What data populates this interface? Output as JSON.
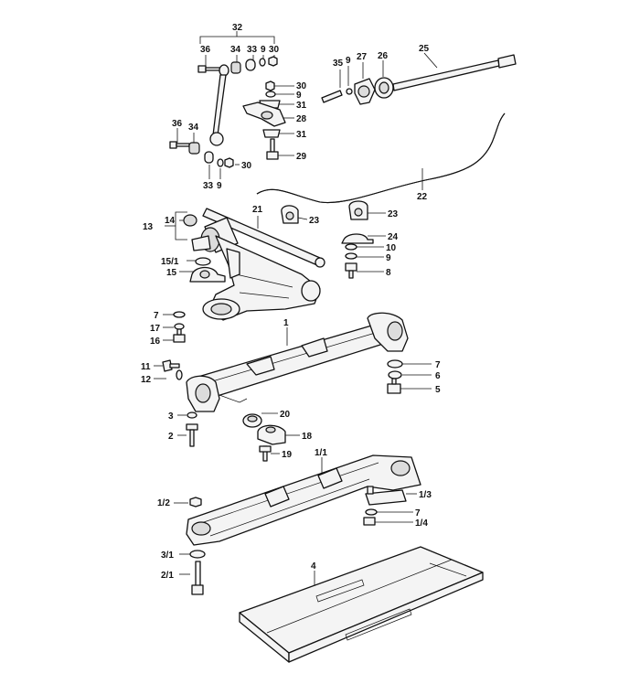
{
  "labels": [
    {
      "id": "32",
      "text": "32"
    },
    {
      "id": "36a",
      "text": "36"
    },
    {
      "id": "34a",
      "text": "34"
    },
    {
      "id": "33a",
      "text": "33"
    },
    {
      "id": "9a",
      "text": "9"
    },
    {
      "id": "30a",
      "text": "30"
    },
    {
      "id": "35",
      "text": "35"
    },
    {
      "id": "9b",
      "text": "9"
    },
    {
      "id": "27",
      "text": "27"
    },
    {
      "id": "26",
      "text": "26"
    },
    {
      "id": "25",
      "text": "25"
    },
    {
      "id": "30b",
      "text": "30"
    },
    {
      "id": "9c",
      "text": "9"
    },
    {
      "id": "31a",
      "text": "31"
    },
    {
      "id": "28",
      "text": "28"
    },
    {
      "id": "31b",
      "text": "31"
    },
    {
      "id": "29",
      "text": "29"
    },
    {
      "id": "36b",
      "text": "36"
    },
    {
      "id": "34b",
      "text": "34"
    },
    {
      "id": "30c",
      "text": "30"
    },
    {
      "id": "33b",
      "text": "33"
    },
    {
      "id": "9d",
      "text": "9"
    },
    {
      "id": "22",
      "text": "22"
    },
    {
      "id": "21",
      "text": "21"
    },
    {
      "id": "23a",
      "text": "23"
    },
    {
      "id": "23b",
      "text": "23"
    },
    {
      "id": "14",
      "text": "14"
    },
    {
      "id": "13",
      "text": "13"
    },
    {
      "id": "24",
      "text": "24"
    },
    {
      "id": "10",
      "text": "10"
    },
    {
      "id": "9e",
      "text": "9"
    },
    {
      "id": "8",
      "text": "8"
    },
    {
      "id": "15-1",
      "text": "15/1"
    },
    {
      "id": "15",
      "text": "15"
    },
    {
      "id": "7a",
      "text": "7"
    },
    {
      "id": "17",
      "text": "17"
    },
    {
      "id": "16",
      "text": "16"
    },
    {
      "id": "1",
      "text": "1"
    },
    {
      "id": "11",
      "text": "11"
    },
    {
      "id": "12",
      "text": "12"
    },
    {
      "id": "7b",
      "text": "7"
    },
    {
      "id": "6",
      "text": "6"
    },
    {
      "id": "5",
      "text": "5"
    },
    {
      "id": "3",
      "text": "3"
    },
    {
      "id": "20",
      "text": "20"
    },
    {
      "id": "2",
      "text": "2"
    },
    {
      "id": "18",
      "text": "18"
    },
    {
      "id": "19",
      "text": "19"
    },
    {
      "id": "1-1",
      "text": "1/1"
    },
    {
      "id": "1-3",
      "text": "1/3"
    },
    {
      "id": "1-2",
      "text": "1/2"
    },
    {
      "id": "7c",
      "text": "7"
    },
    {
      "id": "1-4",
      "text": "1/4"
    },
    {
      "id": "4",
      "text": "4"
    },
    {
      "id": "3-1",
      "text": "3/1"
    },
    {
      "id": "2-1",
      "text": "2/1"
    }
  ]
}
